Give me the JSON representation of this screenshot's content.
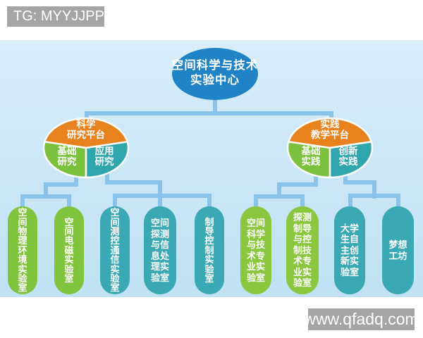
{
  "watermark_top": {
    "text": "TG: MYYJJPP"
  },
  "watermark_bottom": {
    "text": "www.qfadq.com"
  },
  "root_node": {
    "line1": "空间科学与技术",
    "line2": "实验中心"
  },
  "science_platform": {
    "title_line1": "科学",
    "title_line2": "研究平台",
    "basic": {
      "line1": "基础",
      "line2": "研究"
    },
    "applied": {
      "line1": "应用",
      "line2": "研究"
    }
  },
  "practice_platform": {
    "title_line1": "实践",
    "title_line2": "教学平台",
    "basic": {
      "line1": "基础",
      "line2": "实践"
    },
    "innovation": {
      "line1": "创新",
      "line2": "实践"
    }
  },
  "labs": [
    {
      "text": "空间物理环境实验室",
      "branch": "基础研究",
      "color": "#80c33d"
    },
    {
      "text": "空间电磁实验室",
      "branch": "基础研究",
      "color": "#80c33d"
    },
    {
      "text": "空间测控通信实验室",
      "branch": "应用研究",
      "color": "#3aa9b3"
    },
    {
      "text": "空间探测与信息处理实验室",
      "branch": "应用研究",
      "color": "#3aa9b3"
    },
    {
      "text": "制导控制实验室",
      "branch": "应用研究",
      "color": "#3aa9b3"
    },
    {
      "text": "空间科学与技术专业实验室",
      "branch": "基础实践",
      "color": "#8ac73e"
    },
    {
      "text": "探测制导与控制技术专业实验室",
      "branch": "基础实践",
      "color": "#8ac73e"
    },
    {
      "text": "大学生自主创新实验室",
      "branch": "创新实践",
      "color": "#3aa9b3"
    },
    {
      "text": "梦想工坊",
      "branch": "创新实践",
      "color": "#3aa9b3"
    }
  ],
  "colors": {
    "root_blue": "#2083c6",
    "platform_orange": "#e8821e",
    "platform_green": "#7cc13d",
    "platform_teal": "#2fa5ac",
    "capsule_green": "#80c33d",
    "capsule_lime": "#8ac73e",
    "capsule_teal": "#3aa9b3",
    "connector_blue": "#89c3e9",
    "background_blue": "#c9e6f6",
    "badge_gray": "#a5a5a5"
  }
}
